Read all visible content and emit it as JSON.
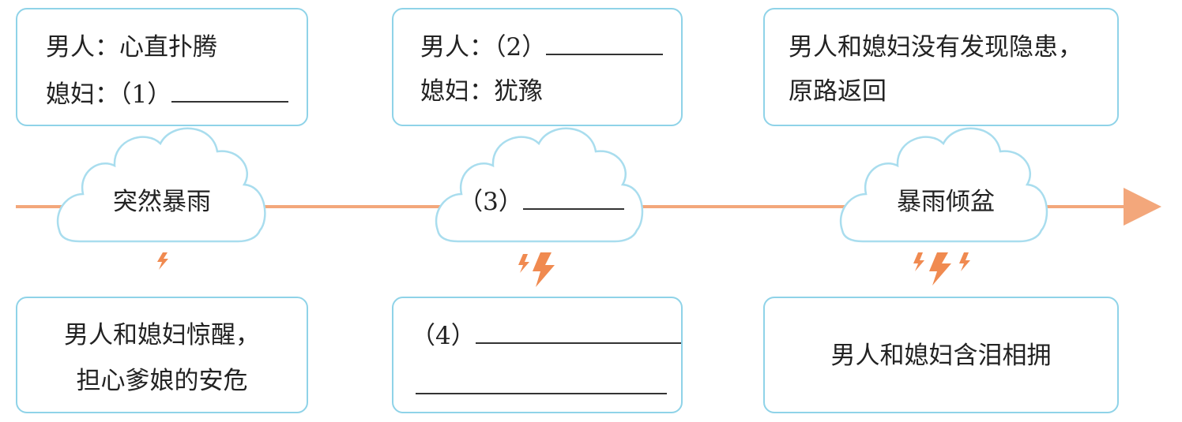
{
  "top_boxes": [
    {
      "line1": "男人：心直扑腾",
      "line2_prefix": "媳妇：（1）"
    },
    {
      "line1_prefix": "男人：（2）",
      "line2": "媳妇：犹豫"
    },
    {
      "line1": "男人和媳妇没有发现隐患，",
      "line2": "原路返回"
    }
  ],
  "clouds": [
    {
      "label": "突然暴雨",
      "bolts": 1
    },
    {
      "label_prefix": "（3）",
      "bolts": 2
    },
    {
      "label": "暴雨倾盆",
      "bolts": 3
    }
  ],
  "bottom_boxes": [
    {
      "line1": "男人和媳妇惊醒，",
      "line2": "担心爹娘的安危"
    },
    {
      "line1_prefix": "（4）"
    },
    {
      "line1": "男人和媳妇含泪相拥"
    }
  ],
  "colors": {
    "box_border": "#8fd3e8",
    "cloud_border": "#a9ddee",
    "timeline": "#f3a77b",
    "bolt": "#f08a50"
  }
}
